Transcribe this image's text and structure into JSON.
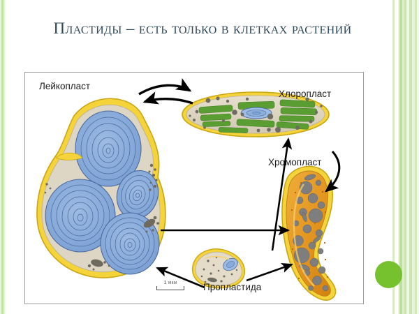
{
  "slide": {
    "title": "Пластиды – есть только в клетках растений",
    "background_color": "#ffffff",
    "accent_color": "#76c12e",
    "title_color": "#2f4858"
  },
  "decor": {
    "left_stripe_name": "left-green-stripe",
    "right_stripe_name": "right-green-stripe",
    "dot_name": "green-accent-dot"
  },
  "figure": {
    "labels": {
      "leucoplast": "Лейкопласт",
      "chloroplast": "Хлоропласт",
      "chromoplast": "Хромопласт",
      "proplastid": "Пропластида"
    },
    "scale": {
      "value": "1 мкм"
    },
    "colors": {
      "membrane_yellow": "#f5d33a",
      "starch_blue": "#86a9d9",
      "thylakoid_green": "#5a9e33",
      "chromoplast_orange": "#e79b28",
      "globule_gray": "#7e7e7e",
      "stroma_cream": "#ded6c4"
    },
    "arrows": [
      {
        "name": "arrow-leucoplast-to-chloroplast",
        "kind": "curved",
        "direction": "right"
      },
      {
        "name": "arrow-chloroplast-to-leucoplast",
        "kind": "curved",
        "direction": "left"
      },
      {
        "name": "arrow-chloroplast-to-chromoplast",
        "kind": "curved",
        "direction": "down"
      },
      {
        "name": "arrow-leucoplast-to-chromoplast",
        "kind": "straight",
        "direction": "right"
      },
      {
        "name": "arrow-proplastid-to-chloroplast",
        "kind": "straight",
        "direction": "up"
      },
      {
        "name": "arrow-proplastid-to-leucoplast",
        "kind": "straight",
        "direction": "left"
      },
      {
        "name": "arrow-proplastid-to-chromoplast",
        "kind": "straight",
        "direction": "right"
      }
    ]
  }
}
